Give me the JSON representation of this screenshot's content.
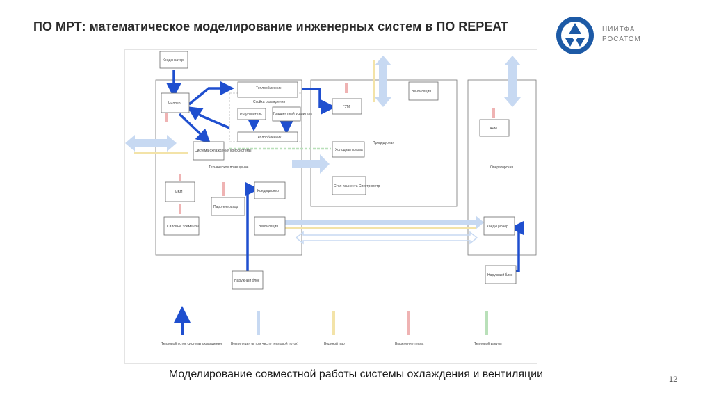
{
  "slide": {
    "title": "ПО МРТ: математическое моделирование инженерных систем в ПО REPEAT",
    "caption": "Моделирование совместной работы системы охлаждения и вентиляции",
    "page_number": "12"
  },
  "logo": {
    "line1": "НИИТФА",
    "line2": "РОСАТОМ",
    "icon": "rosatom-atom-icon"
  },
  "colors": {
    "blue_heat": "#1f4fcf",
    "light_blue_vent": "#c7d9f2",
    "yellow_vapor": "#f3e3a8",
    "pink_heat": "#efb3b3",
    "green_vacuum": "#b9e0b9",
    "box_border": "#6a6a6a"
  },
  "diagram": {
    "rooms": {
      "tech": "Техническое помещение",
      "proc": "Процедурная",
      "oper": "Операторская"
    },
    "boxes": {
      "condenser_top": "Конденсатор",
      "chiller": "Чиллер",
      "hx_top": "Теплообменник",
      "cold_rack": "Стойка охлаждения",
      "rf_amp": "РЧ усилитель",
      "grad_amp": "Градиентный усилитель",
      "hx_bottom": "Теплообменник",
      "cryo": "Система охлаждения криосистемы",
      "gvm": "ГУМ",
      "vent_top": "Вентиляция",
      "cold_head": "Холодная голова",
      "patient": "Стол пациента Спектрометр",
      "arm": "АРМ",
      "ibp": "ИБП",
      "power": "Силовые элементы",
      "humidifier": "Парогенератор",
      "conditioner": "Кондиционер",
      "vent_mid": "Вентиляция",
      "conditioner_op": "Кондиционер",
      "outdoor1": "Наружный блок",
      "outdoor2": "Наружный блок"
    },
    "legend": [
      {
        "label": "Тепловой поток системы охлаждения",
        "color": "#1f4fcf"
      },
      {
        "label": "Вентиляция (в том числе тепловой поток)",
        "color": "#c7d9f2"
      },
      {
        "label": "Водяной пар",
        "color": "#f3e3a8"
      },
      {
        "label": "Выделение тепла",
        "color": "#efb3b3"
      },
      {
        "label": "Тепловой вакуум",
        "color": "#b9e0b9"
      }
    ]
  }
}
